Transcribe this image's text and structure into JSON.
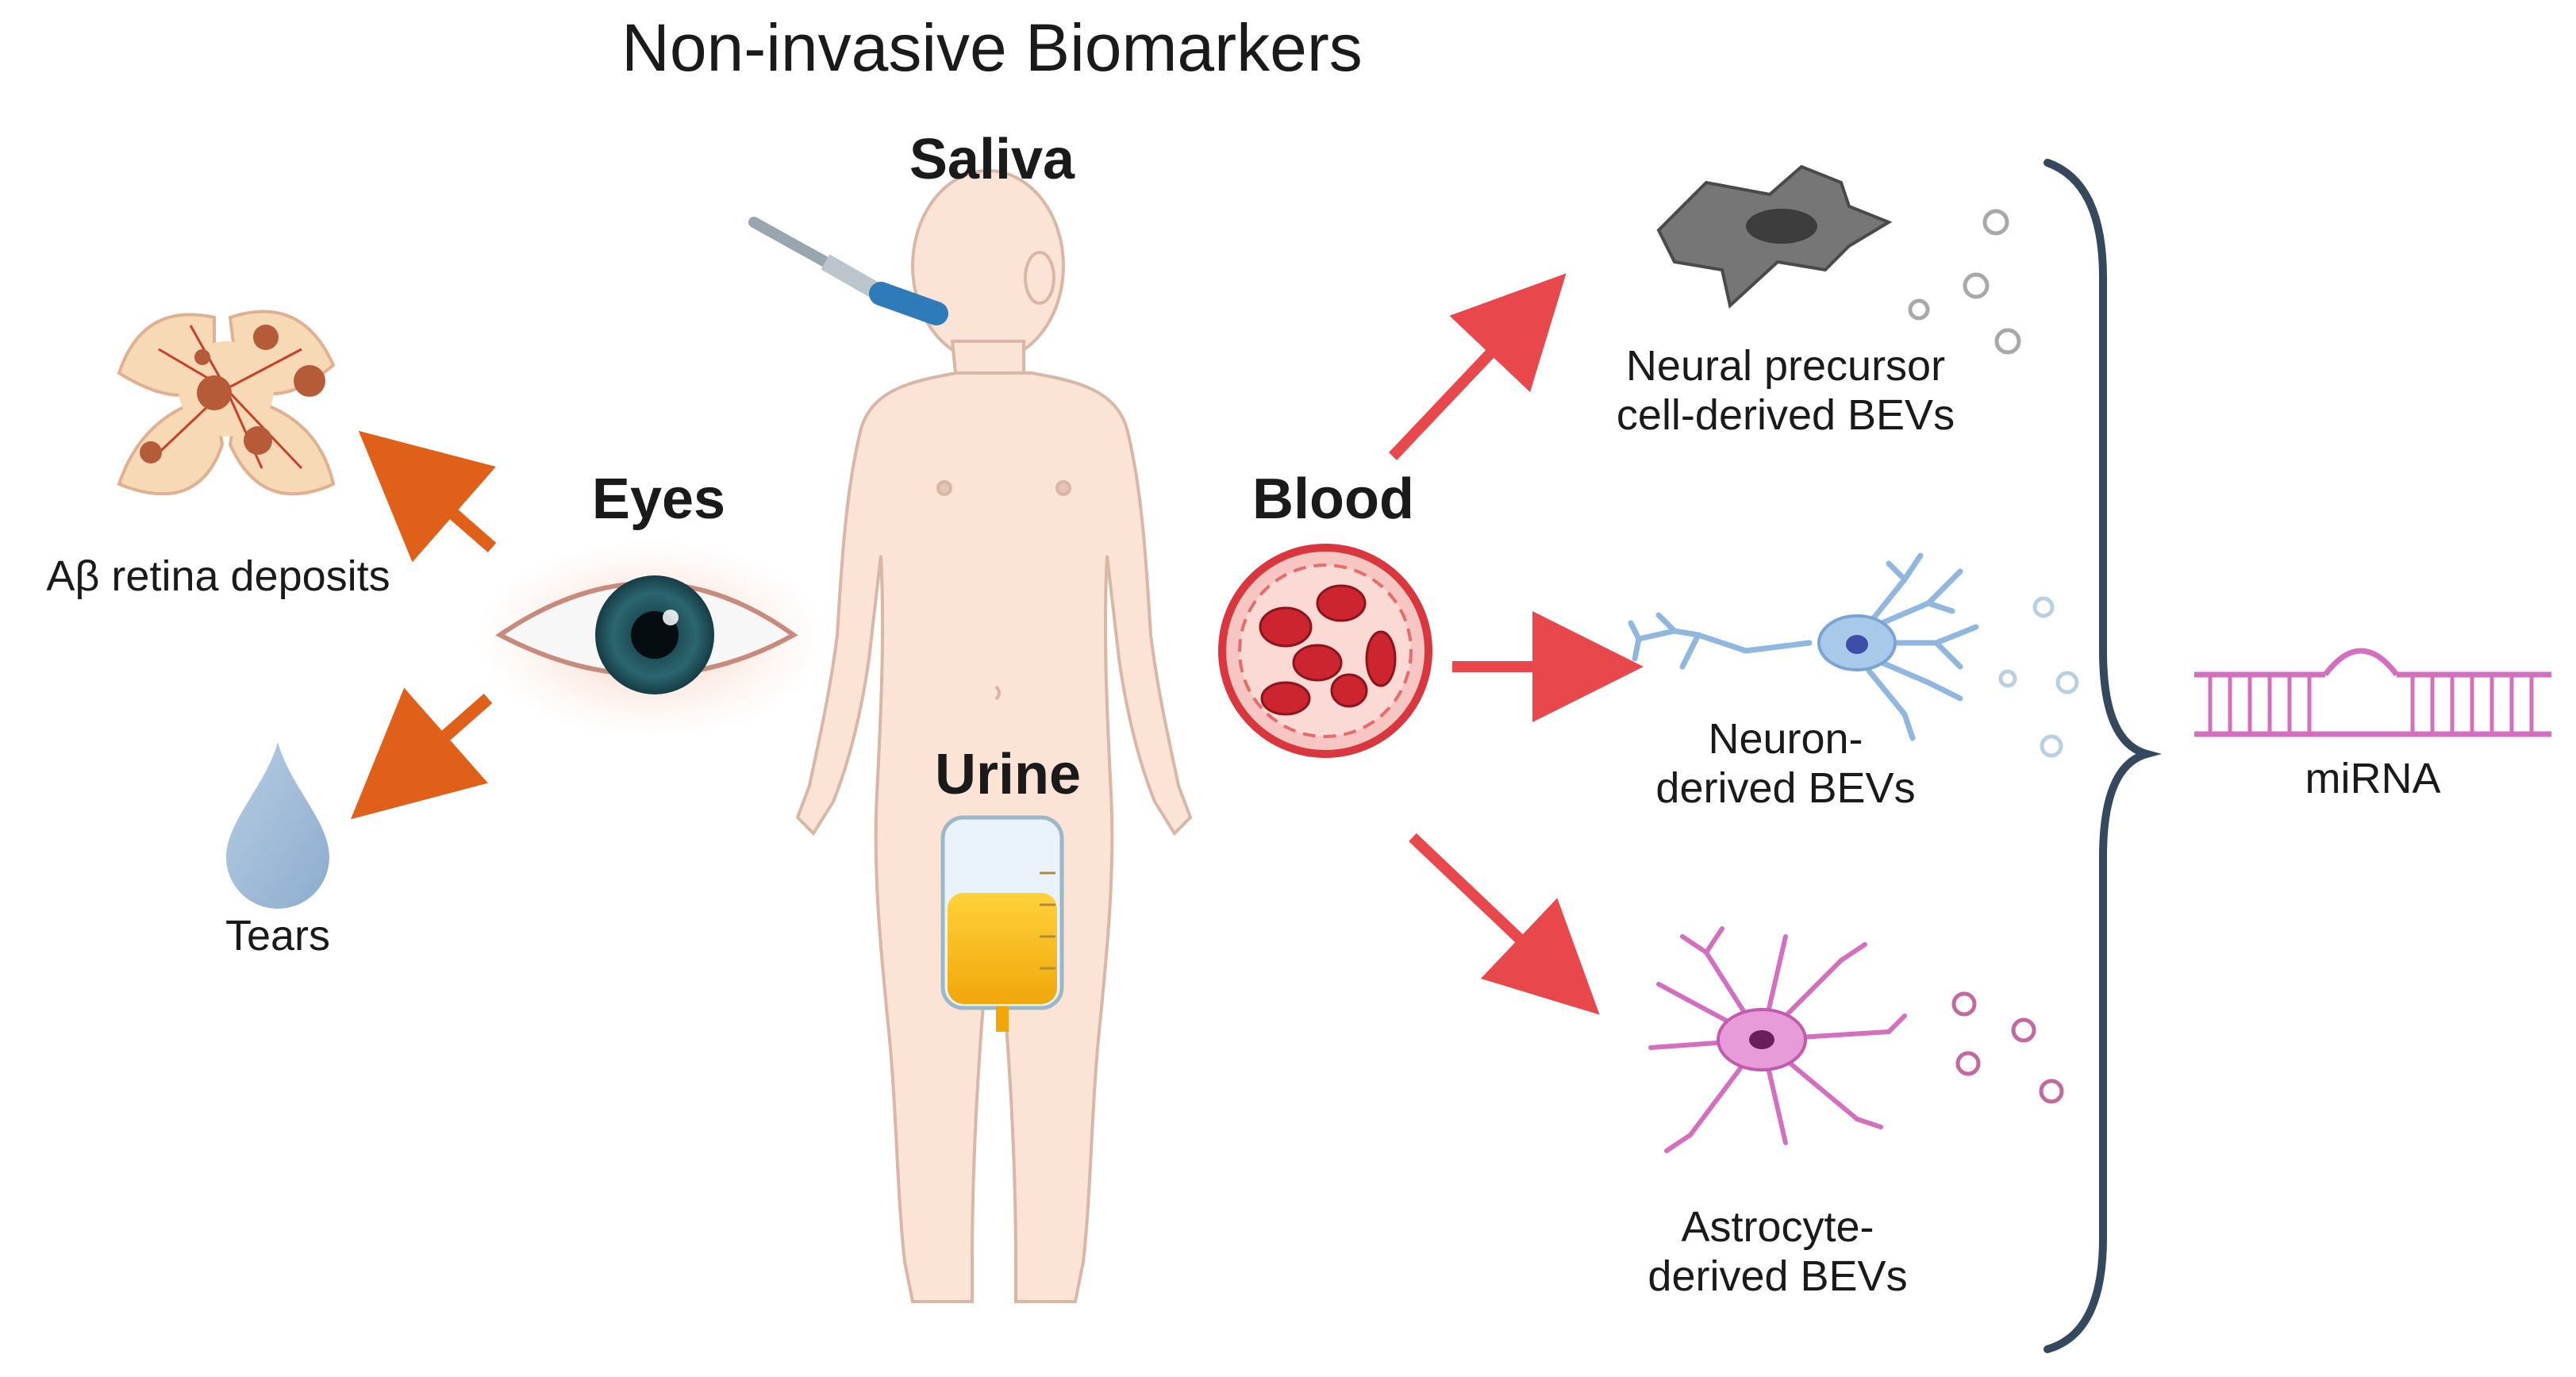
{
  "title": "Non-invasive Biomarkers",
  "sources": {
    "saliva": "Saliva",
    "eyes": "Eyes",
    "blood": "Blood",
    "urine": "Urine"
  },
  "eye_outputs": {
    "retina": "Aβ retina deposits",
    "tears": "Tears"
  },
  "bevs": {
    "neural_precursor": [
      "Neural precursor",
      "cell-derived BEVs"
    ],
    "neuron": [
      "Neuron-",
      "derived BEVs"
    ],
    "astrocyte": [
      "Astrocyte-",
      "derived BEVs"
    ]
  },
  "cargo": "miRNA",
  "colors": {
    "eye_arrow": "#e0601a",
    "blood_arrow": "#e8474c",
    "brace": "#34495e",
    "mirna": "#d46fc0",
    "skin": "#fbe3d6",
    "neuron": "#8fb7e0",
    "astrocyte": "#d46fc0",
    "precursor": "#6e6e6e"
  }
}
